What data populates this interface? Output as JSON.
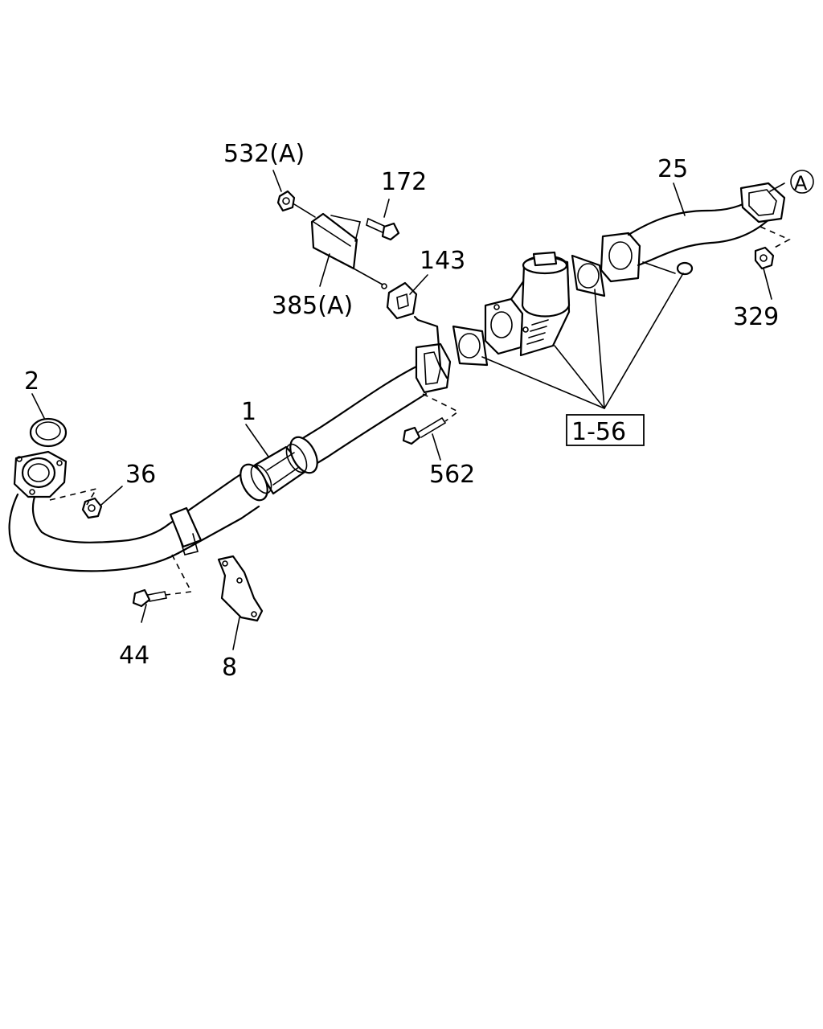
{
  "callouts": {
    "c532": "532(A)",
    "c172": "172",
    "c385": "385(A)",
    "c143": "143",
    "c25": "25",
    "cA": "A",
    "c329": "329",
    "c2": "2",
    "c1": "1",
    "c36": "36",
    "c562": "562",
    "c156": "1-56",
    "c44": "44",
    "c8": "8"
  }
}
